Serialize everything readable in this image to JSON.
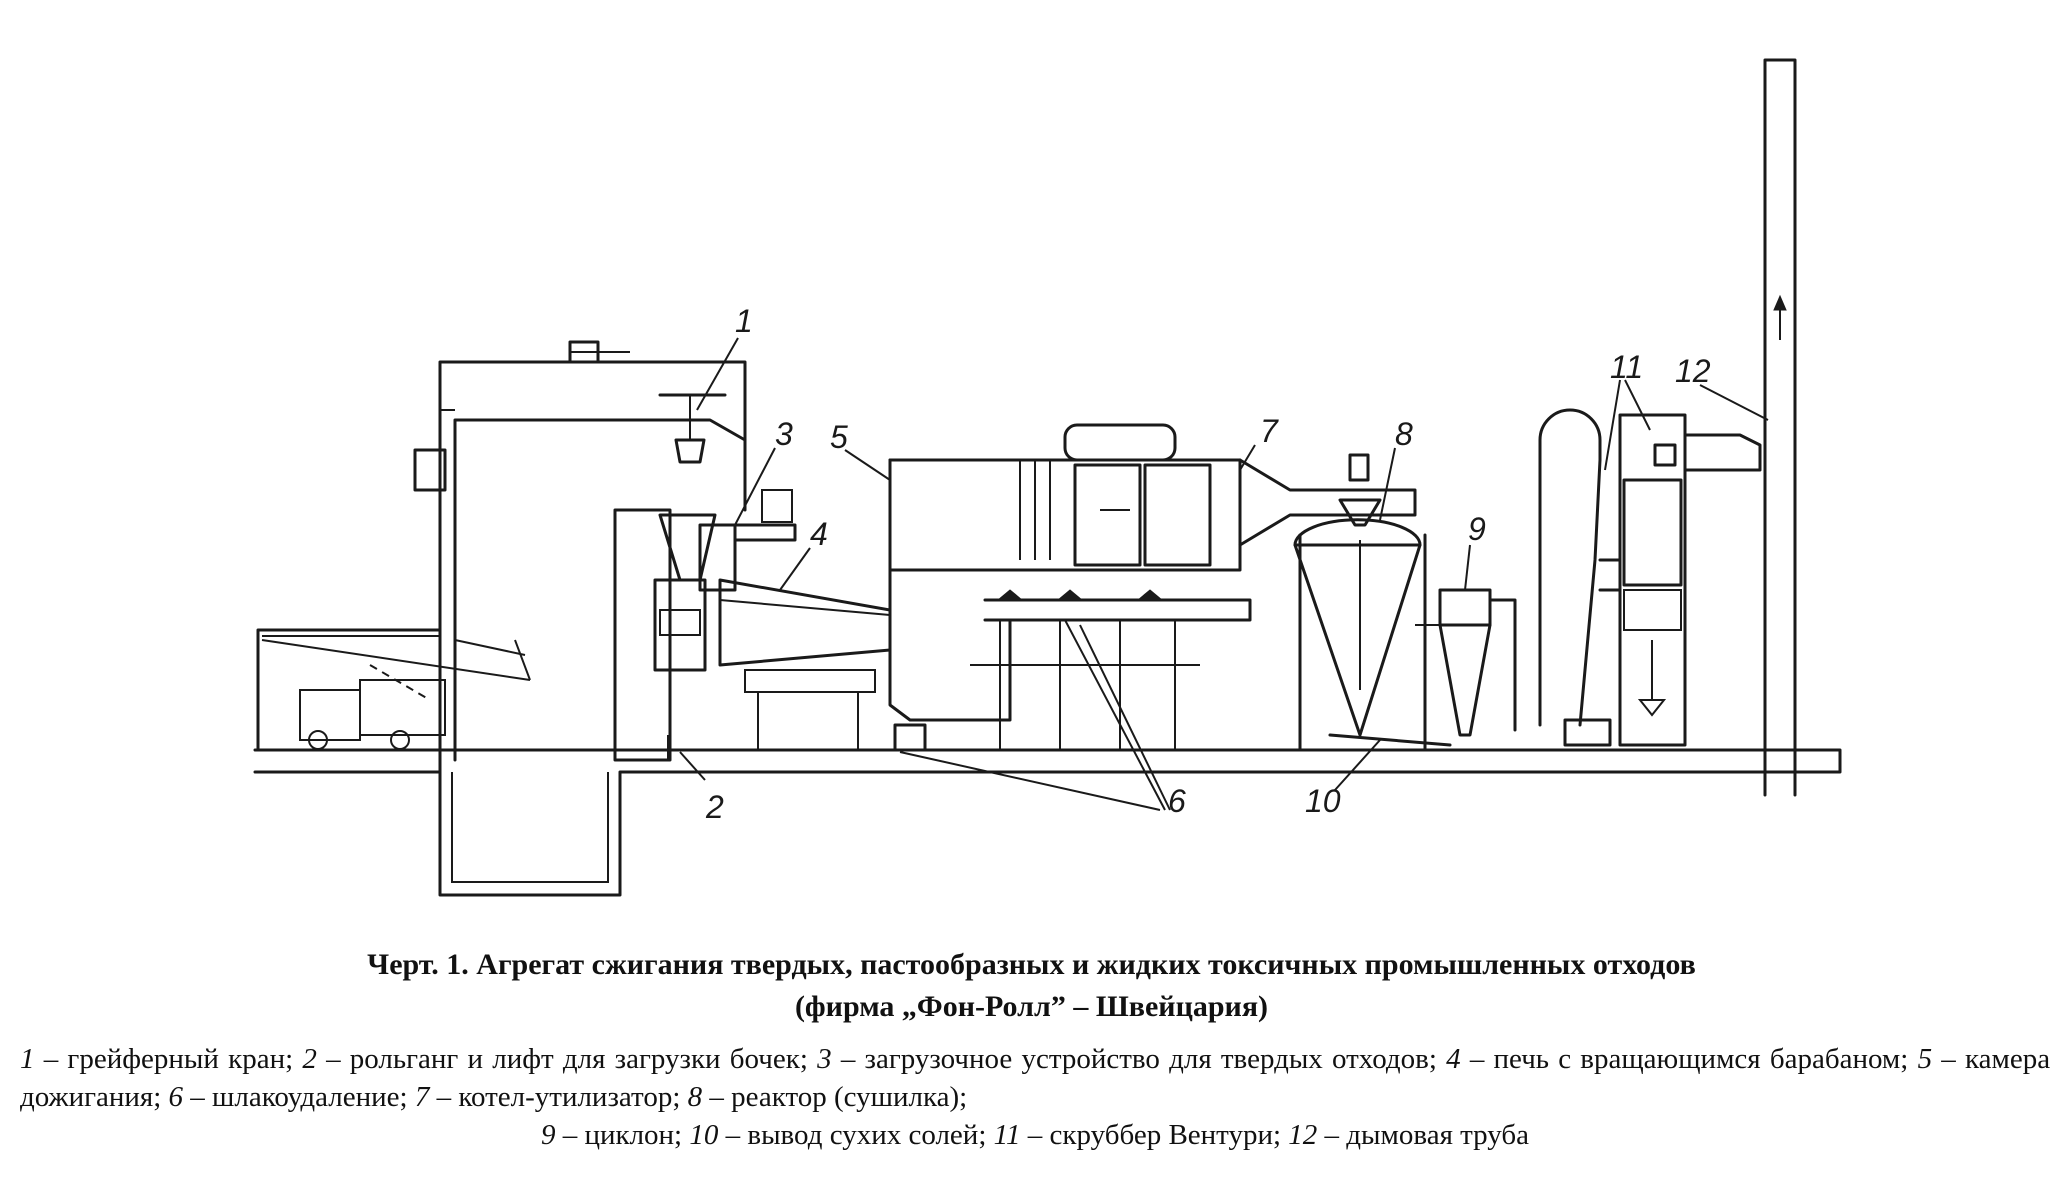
{
  "labels": [
    "1",
    "2",
    "3",
    "4",
    "5",
    "6",
    "7",
    "8",
    "9",
    "10",
    "11",
    "12"
  ],
  "caption": {
    "title": "Черт. 1. Агрегат сжигания твердых, пастообразных и жидких токсичных промышленных отходов",
    "subtitle": "(фирма „Фон-Ролл” – Швейцария)"
  },
  "legend": [
    {
      "num": "1",
      "text": "– грейферный кран;"
    },
    {
      "num": "2",
      "text": "– рольганг и лифт для загрузки бочек;"
    },
    {
      "num": "3",
      "text": "– загрузочное устройство для твердых отходов;"
    },
    {
      "num": "4",
      "text": "– печь с вращающимся барабаном;"
    },
    {
      "num": "5",
      "text": "– камера дожигания;"
    },
    {
      "num": "6",
      "text": "– шлакоудаление;"
    },
    {
      "num": "7",
      "text": "– котел-утилизатор;"
    },
    {
      "num": "8",
      "text": "– реактор (сушилка);"
    },
    {
      "num": "9",
      "text": "– циклон;"
    },
    {
      "num": "10",
      "text": "– вывод сухих солей;"
    },
    {
      "num": "11",
      "text": "– скруббер Вентури;"
    },
    {
      "num": "12",
      "text": "– дымовая труба"
    }
  ]
}
